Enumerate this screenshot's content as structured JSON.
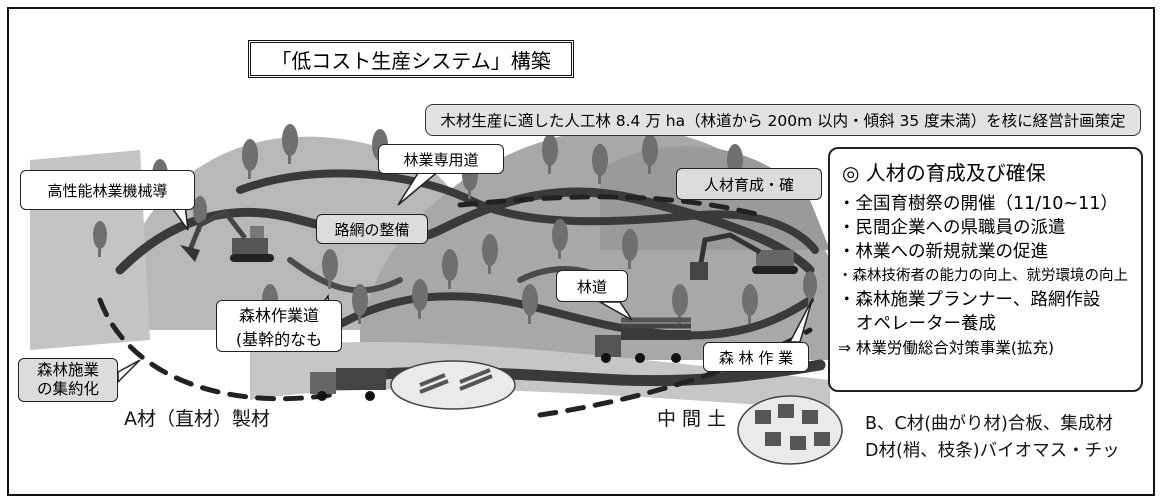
{
  "title": "「低コスト生産システム」構築",
  "banner": "木材生産に適した人工林 8.4 万 ha（林道から 200m 以内・傾斜 35 度未満）を核に経営計画策定",
  "callouts": {
    "machinery": "高性能林業機械導",
    "forestry_road": "林業専用道",
    "network": "路網の整備",
    "work_road": "森林作業道",
    "work_road_sub": "(基幹的なも",
    "rindo": "林道",
    "consolidation_1": "森林施業",
    "consolidation_2": "の集約化",
    "hr_label": "人材育成・確",
    "forest_work": "森 林 作 業"
  },
  "hr_box": {
    "heading": "◎ 人材の育成及び確保",
    "items": [
      "・全国育樹祭の開催（11/10~11）",
      "・民間企業への県職員の派遣",
      "・林業への新規就業の促進",
      "・森林技術者の能力の向上、就労環境の向上",
      "・森林施業プランナー、路網作設",
      "オペレーター養成",
      "⇒ 林業労働総合対策事業(拡充)"
    ]
  },
  "bottom_labels": {
    "a_material": "A材（直材）製材",
    "intermediate": "中 間 土",
    "bc_material": "B、C材(曲がり材)合板、集成材",
    "d_material": "D材(梢、枝条)バイオマス・チッ"
  },
  "colors": {
    "road": "#3a3a3a",
    "hill_light": "#b4b4b4",
    "hill_dark": "#8e8e8e",
    "tree": "#6f6f6f"
  }
}
